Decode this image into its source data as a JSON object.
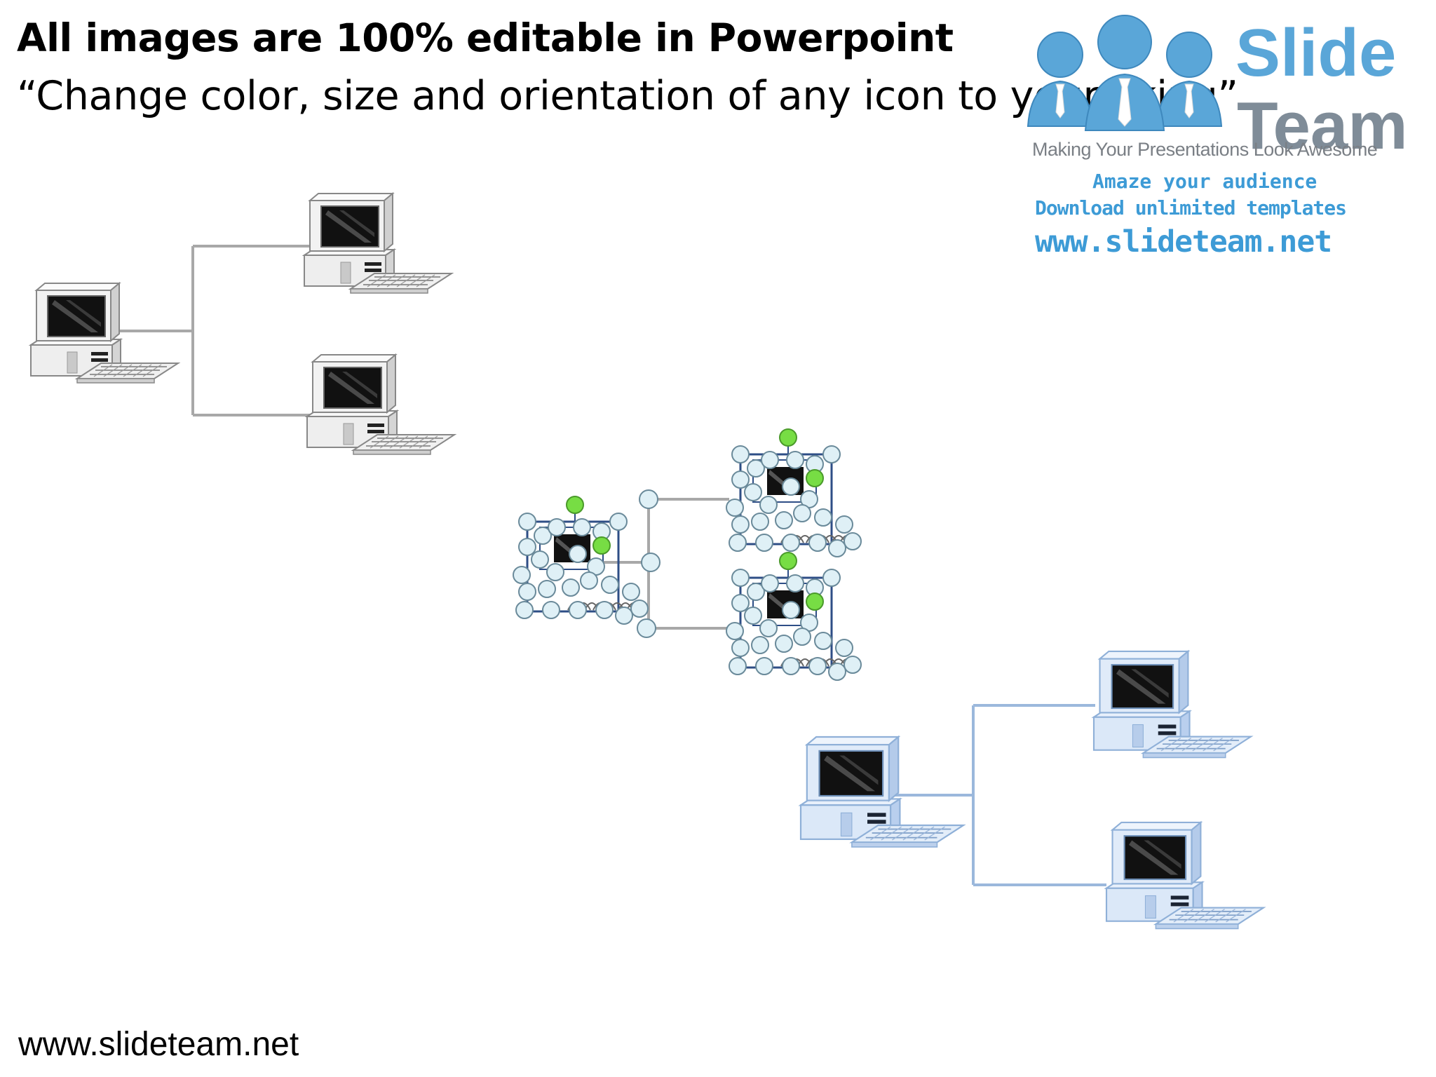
{
  "slide": {
    "title": "All images are 100% editable in Powerpoint",
    "subtitle": "“Change color, size and orientation of any icon to your liking”",
    "footer": "www.slideteam.net"
  },
  "logo": {
    "name_part1": "Slide",
    "name_part2": "Team",
    "tagline": "Making Your Presentations Look Awesome",
    "line1": "Amaze your audience",
    "line2": "Download unlimited templates",
    "line3": "www.slideteam.net"
  },
  "colors": {
    "connector_gray": "#a8a8a8",
    "connector_blue": "#9bb8dc",
    "computer_gray_body": "#f0f0f0",
    "computer_blue_body": "#dbe8f8",
    "handle_fill": "#dff0f6",
    "rotate_handle": "#77dd44",
    "logo_blue": "#5aa6d8"
  },
  "icons": [
    "computer-icon",
    "keyboard-icon",
    "monitor-icon",
    "people-icon",
    "selection-handle-icon"
  ]
}
